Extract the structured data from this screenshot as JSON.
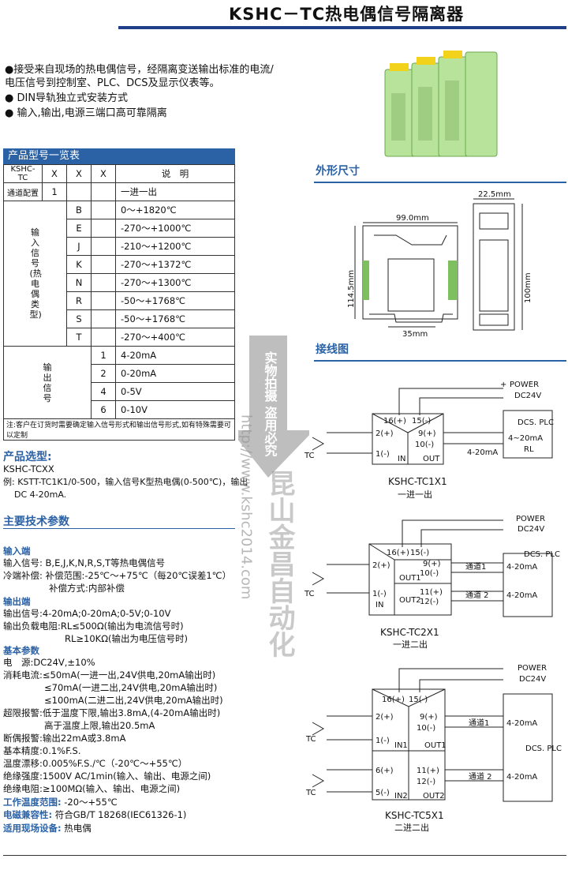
{
  "header": {
    "title": "KSHC－TC热电偶信号隔离器"
  },
  "intro": {
    "bullets": [
      "●接受来自现场的热电偶信号，经隔离变送输出标准的电流/电压信号到控制室、PLC、DCS及显示仪表等。",
      "● DIN导轨独立式安装方式",
      "● 输入,输出,电源三端口高可靠隔离"
    ]
  },
  "model_table": {
    "heading": "产品型号一览表",
    "header": [
      "KSHC-TC",
      "X",
      "X",
      "X",
      "说　明"
    ],
    "channel": {
      "label": "通道配置",
      "code": "1",
      "desc": "一进一出"
    },
    "input_label": "输入信号(热电偶类型)",
    "inputs": [
      {
        "code": "B",
        "desc": "0～+1820℃"
      },
      {
        "code": "E",
        "desc": "-270～+1000℃"
      },
      {
        "code": "J",
        "desc": "-210～+1200℃"
      },
      {
        "code": "K",
        "desc": "-270～+1372℃"
      },
      {
        "code": "N",
        "desc": "-270～+1300℃"
      },
      {
        "code": "R",
        "desc": "-50～+1768℃"
      },
      {
        "code": "S",
        "desc": "-50～+1768℃"
      },
      {
        "code": "T",
        "desc": "-270～+400℃"
      }
    ],
    "output_label": "输出信号",
    "outputs": [
      {
        "code": "1",
        "desc": "4-20mA"
      },
      {
        "code": "2",
        "desc": "0-20mA"
      },
      {
        "code": "4",
        "desc": "0-5V"
      },
      {
        "code": "6",
        "desc": "0-10V"
      }
    ],
    "note": "注:客户在订货时需要确定输入信号形式和输出信号形式,如有特殊需要可以定制"
  },
  "selection": {
    "heading": "产品选型:",
    "code": "KSHC-TCXX",
    "example_1": "例: KSTT-TC1K1/0-500，输入信号K型热电偶(0-500℃)，输出",
    "example_2": "DC 4-20mA."
  },
  "specs": {
    "heading": "主要技术参数",
    "input_heading": "输入端",
    "input_signal": "输入信号: B,E,J,K,N,R,S,T等热电偶信号",
    "cjc_1": "冷端补偿:  补偿范围:-25℃～+75℃（每20℃误差1℃）",
    "cjc_2": "补偿方式:内部补偿",
    "output_heading": "输出端",
    "output_signal": "输出信号:4-20mA;0-20mA;0-5V;0-10V",
    "load_1": "输出负载电阻:RL≤500Ω(输出为电流信号时)",
    "load_2": "RL≥10KΩ(输出为电压信号时)",
    "basic_heading": "基本参数",
    "power": "电　源:DC24V,±10%",
    "cur_1": "消耗电流:≤50mA(一进一出,24V供电,20mA输出时)",
    "cur_2": "≤70mA(一进二出,24V供电,20mA输出时)",
    "cur_3": "≤100mA(二进二出,24V供电,20mA输出时)",
    "alarm_1": "超限报警:低于温度下限,输出3.8mA,(4-20mA输出时)",
    "alarm_2": "高于温度上限,输出20.5mA",
    "break": "断偶报警:输出22mA或3.8mA",
    "accuracy": "基本精度:0.1%F.S.",
    "drift": "温度漂移:0.005%F.S./℃（-20℃～+55℃）",
    "strength": "绝缘强度:1500V AC/1min(输入、输出、电源之间)",
    "resistance": "绝缘电阻:≥100MΩ(输入、输出、电源之间)",
    "temp_label": "工作温度范围:",
    "temp_value": "-20～+55℃",
    "emc_label": "电磁兼容性:",
    "emc_value": "符合GB/T 18268(IEC61326-1)",
    "field_label": "适用现场设备:",
    "field_value": "热电偶"
  },
  "dimensions": {
    "heading": "外形尺寸",
    "width_top": "22.5mm",
    "length": "99.0mm",
    "height": "114.5mm",
    "height_side": "100mm",
    "bottom": "35mm"
  },
  "wiring": {
    "heading": "接线图",
    "power": "POWER",
    "dc": "DC24V",
    "plc": "DCS. PLC",
    "tc": "TC",
    "in": "IN",
    "out": "OUT",
    "in1": "IN1",
    "in2": "IN2",
    "out1": "OUT1",
    "out2": "OUT2",
    "ch1": "通道1",
    "ch2": "通道 2",
    "ma": "4~20mA",
    "ma2": "4-20mA",
    "rl": "RL",
    "t16": "16(+)",
    "t15": "15(-)",
    "t2": "2(+)",
    "t1": "1(-)",
    "t9": "9(+)",
    "t10": "10(-)",
    "t11": "11(+)",
    "t12": "12(-)",
    "t6": "6(+)",
    "t5": "5(-)",
    "plus": "+",
    "minus": "-",
    "d1_caption": "KSHC-TC1X1",
    "d1_sub": "一进一出",
    "d2_caption": "KSHC-TC2X1",
    "d2_sub": "一进二出",
    "d3_caption": "KSHC-TC5X1",
    "d3_sub": "二进二出"
  },
  "watermark": {
    "stamp": "实物拍摄 盗用必究",
    "url": "http://www.kshc2014.com",
    "brand": "昆山金昌自动化"
  }
}
